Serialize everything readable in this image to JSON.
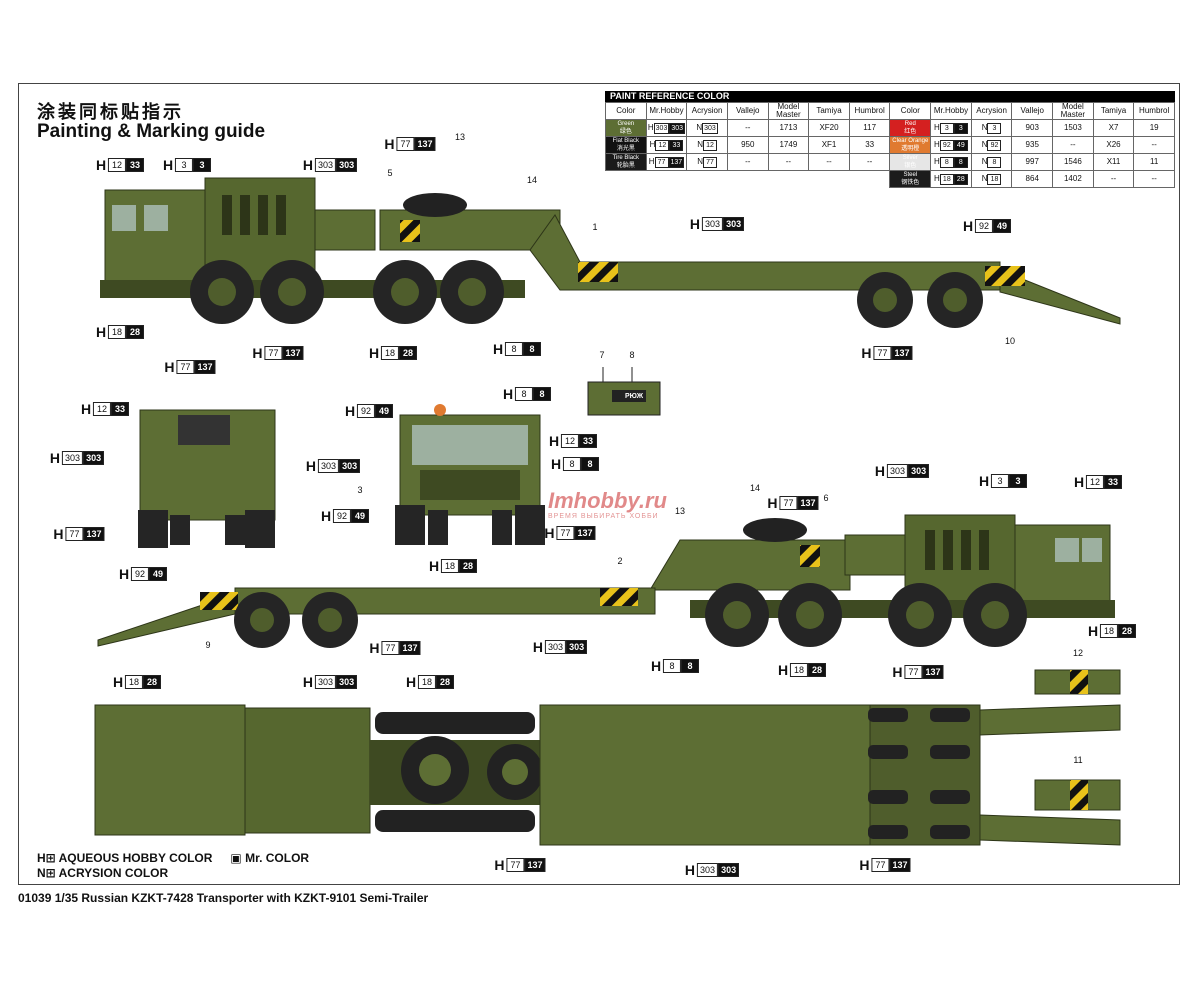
{
  "title_cn": "涂装同标贴指示",
  "title_en": "Painting & Marking guide",
  "paint_table": {
    "heading": "PAINT  REFERENCE COLOR",
    "columns": [
      "Color",
      "Mr.Hobby",
      "Acrysion",
      "Vallejo",
      "Model Master",
      "Tamiya",
      "Humbrol"
    ],
    "left": [
      {
        "name": "Green",
        "cn": "绿色",
        "swatch": "#5d6e34",
        "h": [
          "303",
          "303"
        ],
        "n": "303",
        "vallejo": "--",
        "mm": "1713",
        "tamiya": "XF20",
        "humbrol": "117"
      },
      {
        "name": "Flat Black",
        "cn": "消光黑",
        "swatch": "#111111",
        "h": [
          "12",
          "33"
        ],
        "n": "12",
        "vallejo": "950",
        "mm": "1749",
        "tamiya": "XF1",
        "humbrol": "33"
      },
      {
        "name": "Tire Black",
        "cn": "轮胎黑",
        "swatch": "#1a1a1a",
        "h": [
          "77",
          "137"
        ],
        "n": "77",
        "vallejo": "--",
        "mm": "--",
        "tamiya": "--",
        "humbrol": "--"
      }
    ],
    "right": [
      {
        "name": "Red",
        "cn": "红色",
        "swatch": "#d42020",
        "h": [
          "3",
          "3"
        ],
        "n": "3",
        "vallejo": "903",
        "mm": "1503",
        "tamiya": "X7",
        "humbrol": "19"
      },
      {
        "name": "Clear Orange",
        "cn": "透明橙",
        "swatch": "#e07a30",
        "h": [
          "92",
          "49"
        ],
        "n": "92",
        "vallejo": "935",
        "mm": "--",
        "tamiya": "X26",
        "humbrol": "--"
      },
      {
        "name": "Silver",
        "cn": "银色",
        "swatch": "#e6e6e6",
        "h": [
          "8",
          "8"
        ],
        "n": "8",
        "vallejo": "997",
        "mm": "1546",
        "tamiya": "X11",
        "humbrol": "11"
      },
      {
        "name": "Steel",
        "cn": "钢铁色",
        "swatch": "#1c1c1c",
        "h": [
          "18",
          "28"
        ],
        "n": "18",
        "vallejo": "864",
        "mm": "1402",
        "tamiya": "--",
        "humbrol": "--"
      }
    ]
  },
  "callouts": [
    {
      "p": "H",
      "a": "12",
      "b": "33"
    },
    {
      "p": "H",
      "a": "3",
      "b": "3"
    },
    {
      "p": "H",
      "a": "303",
      "b": "303"
    },
    {
      "p": "H",
      "a": "77",
      "b": "137"
    },
    {
      "p": "H",
      "a": "303",
      "b": "303"
    },
    {
      "p": "H",
      "a": "92",
      "b": "49"
    },
    {
      "p": "H",
      "a": "18",
      "b": "28"
    },
    {
      "p": "H",
      "a": "77",
      "b": "137"
    },
    {
      "p": "H",
      "a": "18",
      "b": "28"
    },
    {
      "p": "H",
      "a": "8",
      "b": "8"
    },
    {
      "p": "H",
      "a": "77",
      "b": "137"
    },
    {
      "p": "H",
      "a": "77",
      "b": "137"
    },
    {
      "p": "H",
      "a": "12",
      "b": "33"
    },
    {
      "p": "H",
      "a": "303",
      "b": "303"
    },
    {
      "p": "H",
      "a": "77",
      "b": "137"
    },
    {
      "p": "H",
      "a": "8",
      "b": "8"
    },
    {
      "p": "H",
      "a": "92",
      "b": "49"
    },
    {
      "p": "H",
      "a": "12",
      "b": "33"
    },
    {
      "p": "H",
      "a": "303",
      "b": "303"
    },
    {
      "p": "H",
      "a": "8",
      "b": "8"
    },
    {
      "p": "H",
      "a": "92",
      "b": "49"
    },
    {
      "p": "H",
      "a": "77",
      "b": "137"
    },
    {
      "p": "H",
      "a": "18",
      "b": "28"
    },
    {
      "p": "H",
      "a": "77",
      "b": "137"
    },
    {
      "p": "H",
      "a": "303",
      "b": "303"
    },
    {
      "p": "H",
      "a": "3",
      "b": "3"
    },
    {
      "p": "H",
      "a": "12",
      "b": "33"
    },
    {
      "p": "H",
      "a": "92",
      "b": "49"
    },
    {
      "p": "H",
      "a": "77",
      "b": "137"
    },
    {
      "p": "H",
      "a": "303",
      "b": "303"
    },
    {
      "p": "H",
      "a": "8",
      "b": "8"
    },
    {
      "p": "H",
      "a": "18",
      "b": "28"
    },
    {
      "p": "H",
      "a": "77",
      "b": "137"
    },
    {
      "p": "H",
      "a": "18",
      "b": "28"
    },
    {
      "p": "H",
      "a": "18",
      "b": "28"
    },
    {
      "p": "H",
      "a": "303",
      "b": "303"
    },
    {
      "p": "H",
      "a": "18",
      "b": "28"
    },
    {
      "p": "H",
      "a": "77",
      "b": "137"
    },
    {
      "p": "H",
      "a": "303",
      "b": "303"
    },
    {
      "p": "H",
      "a": "77",
      "b": "137"
    }
  ],
  "part_numbers": [
    "13",
    "5",
    "14",
    "1",
    "10",
    "7",
    "8",
    "3",
    "14",
    "6",
    "13",
    "2",
    "9",
    "12",
    "11"
  ],
  "trailer_marking": "РЮЖ",
  "legend": {
    "aqueous": "H⊞ AQUEOUS HOBBY COLOR",
    "mr": "▣ Mr. COLOR",
    "acrysion": "N⊞ ACRYSION COLOR"
  },
  "watermark": {
    "brand": "Imhobby.ru",
    "tagline": "ВРЕМЯ ВЫБИРАТЬ ХОББИ"
  },
  "footer": "01039 1/35 Russian KZKT-7428 Transporter with KZKT-9101 Semi-Trailer"
}
